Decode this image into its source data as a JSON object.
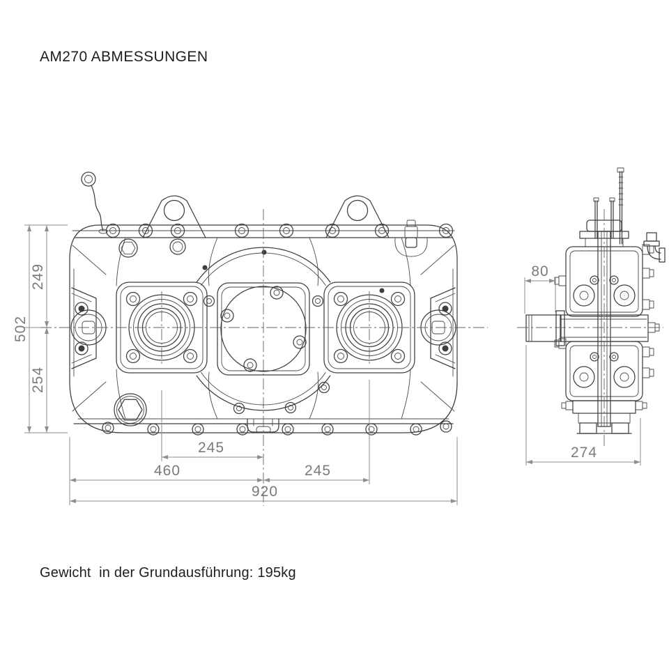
{
  "title": "AM270 ABMESSUNGEN",
  "footer": {
    "weight_note": "Gewicht  in der Grundausführung: 195kg"
  },
  "dimensions": {
    "front_view": {
      "overall_height": "502",
      "top_to_center_height": "249",
      "center_to_bottom_height": "254",
      "left_bearing_to_center": "245",
      "left_edge_to_center": "460",
      "center_to_right_bearing": "245",
      "overall_width": "920"
    },
    "side_view": {
      "shaft_protrusion": "80",
      "overall_depth": "274"
    }
  },
  "colors": {
    "background": "#ffffff",
    "part_line": "#3e3e3e",
    "dimension_line": "#8d8d8d",
    "dimension_text": "#7a7a7a",
    "title_text": "#1d1d1d"
  }
}
